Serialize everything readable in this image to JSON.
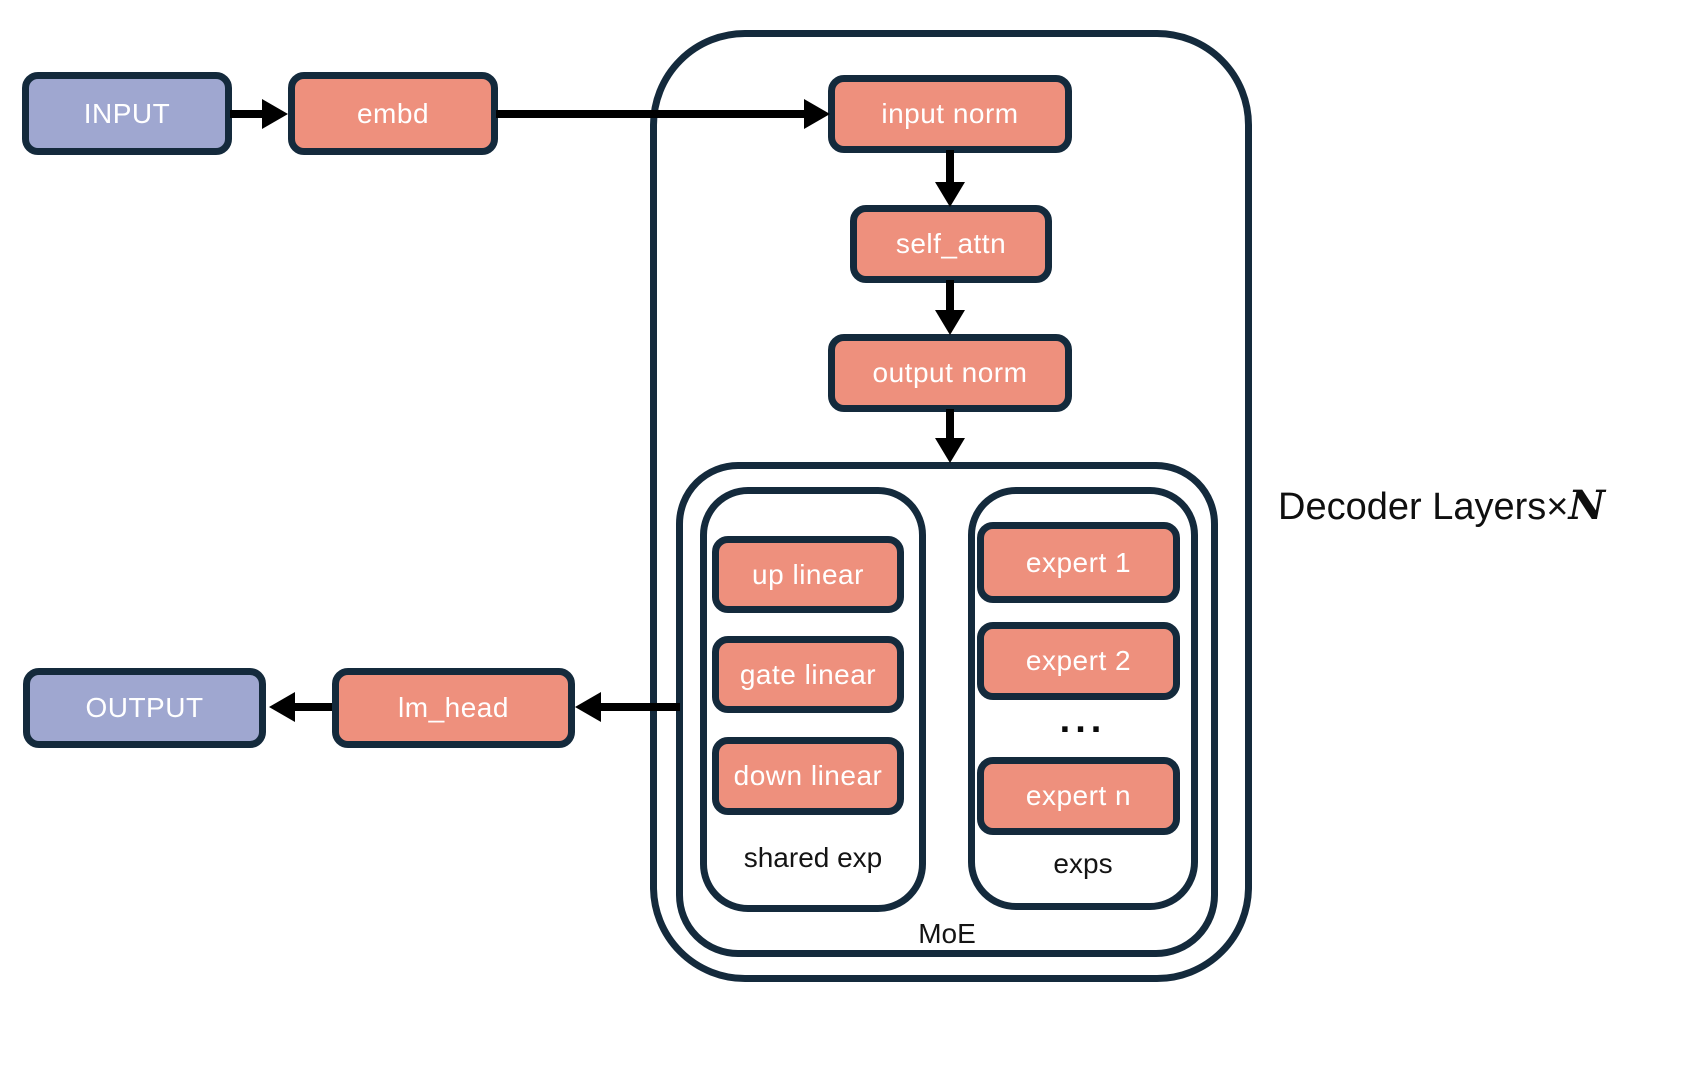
{
  "palette": {
    "node_pink": "#EE907D",
    "node_purple": "#9FA7D0",
    "border_navy": "#142A3C",
    "arrow_black": "#000000",
    "label_white": "#FFFFFF",
    "label_black": "#141414",
    "background": "#FFFFFF"
  },
  "io": {
    "input": "INPUT",
    "output": "OUTPUT"
  },
  "pipeline": {
    "embd": "embd",
    "lm_head": "lm_head"
  },
  "decoder": {
    "label_prefix": "Decoder Layers×",
    "label_n": "N",
    "blocks": {
      "input_norm": "input norm",
      "self_attn": "self_attn",
      "output_norm": "output norm"
    },
    "moe": {
      "label": "MoE",
      "shared_exp": {
        "label": "shared exp",
        "blocks": [
          "up linear",
          "gate linear",
          "down linear"
        ]
      },
      "exps": {
        "label": "exps",
        "blocks": [
          "expert 1",
          "expert 2",
          "expert n"
        ],
        "ellipsis": "..."
      }
    }
  }
}
